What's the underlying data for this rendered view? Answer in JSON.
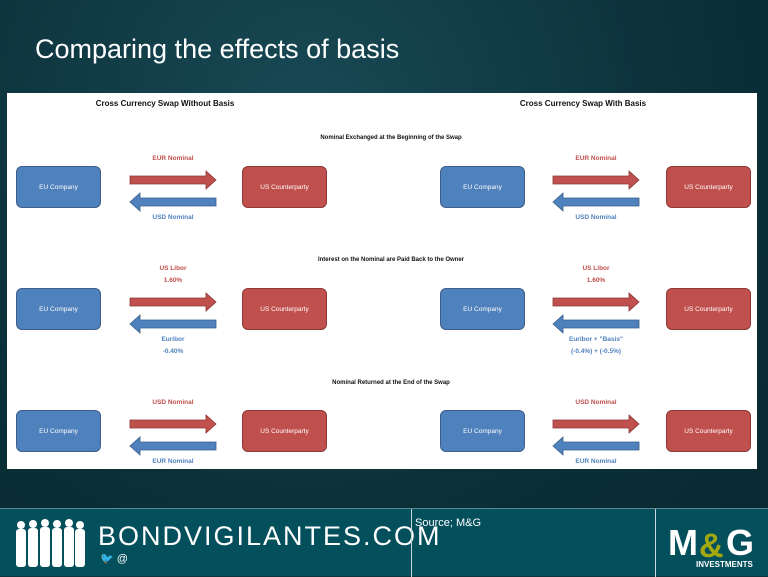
{
  "title": "Comparing the effects of basis",
  "headings": {
    "left": "Cross Currency Swap Without Basis",
    "right": "Cross Currency Swap With Basis"
  },
  "sections": [
    "Nominal Exchanged at the Beginning of the Swap",
    "Interest on the Nominal are Paid Back to the Owner",
    "Nominal Returned at the End of the Swap"
  ],
  "boxes": {
    "eu": "EU Company",
    "us": "US Counterparty"
  },
  "rows": [
    {
      "left": {
        "top": [
          "EUR Nominal"
        ],
        "bottom": [
          "USD Nominal"
        ]
      },
      "right": {
        "top": [
          "EUR Nominal"
        ],
        "bottom": [
          "USD Nominal"
        ]
      }
    },
    {
      "left": {
        "top": [
          "US Libor",
          "1.60%"
        ],
        "bottom": [
          "Euribor",
          "-0.40%"
        ]
      },
      "right": {
        "top": [
          "US Libor",
          "1.60%"
        ],
        "bottom": [
          "Euribor + \"Basis\"",
          "(-0.4%) + (-0.5%)"
        ]
      }
    },
    {
      "left": {
        "top": [
          "USD Nominal"
        ],
        "bottom": [
          "EUR Nominal"
        ]
      },
      "right": {
        "top": [
          "USD Nominal"
        ],
        "bottom": [
          "EUR Nominal"
        ]
      }
    }
  ],
  "colors": {
    "eu": "#4f81bd",
    "us": "#c0504d",
    "footer": "#044f5c"
  },
  "footer": {
    "brand": "BONDVIGILANTES.COM",
    "social": "@",
    "twitter_icon": "twitter-icon",
    "source": "Source; M&G",
    "logo": "M&G INVESTMENTS"
  }
}
